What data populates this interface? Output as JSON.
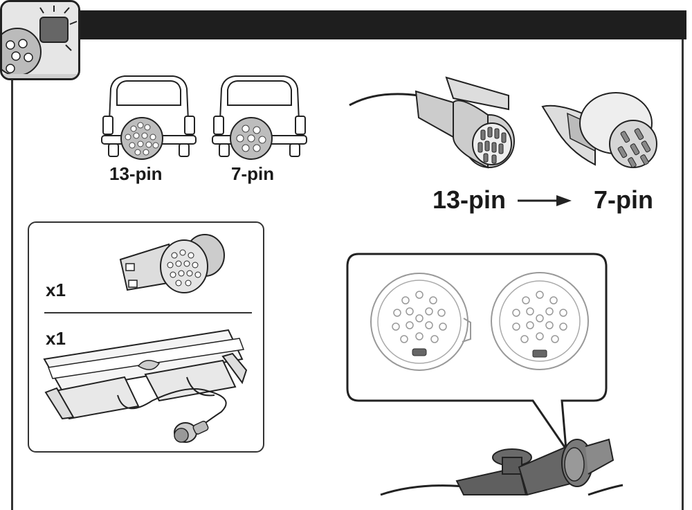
{
  "labels": {
    "car_13pin": "13-pin",
    "car_7pin": "7-pin",
    "adapter_from": "13-pin",
    "adapter_to": "7-pin"
  },
  "contents": {
    "adapter_qty": "x1",
    "lamp_qty": "x1"
  },
  "icons": {
    "badge": "socket-light-icon",
    "arrow": "arrow-right-icon"
  },
  "colors": {
    "header": "#1e1e1e",
    "connector_gray": "#cccccc",
    "socket_gray": "#dddddd"
  }
}
